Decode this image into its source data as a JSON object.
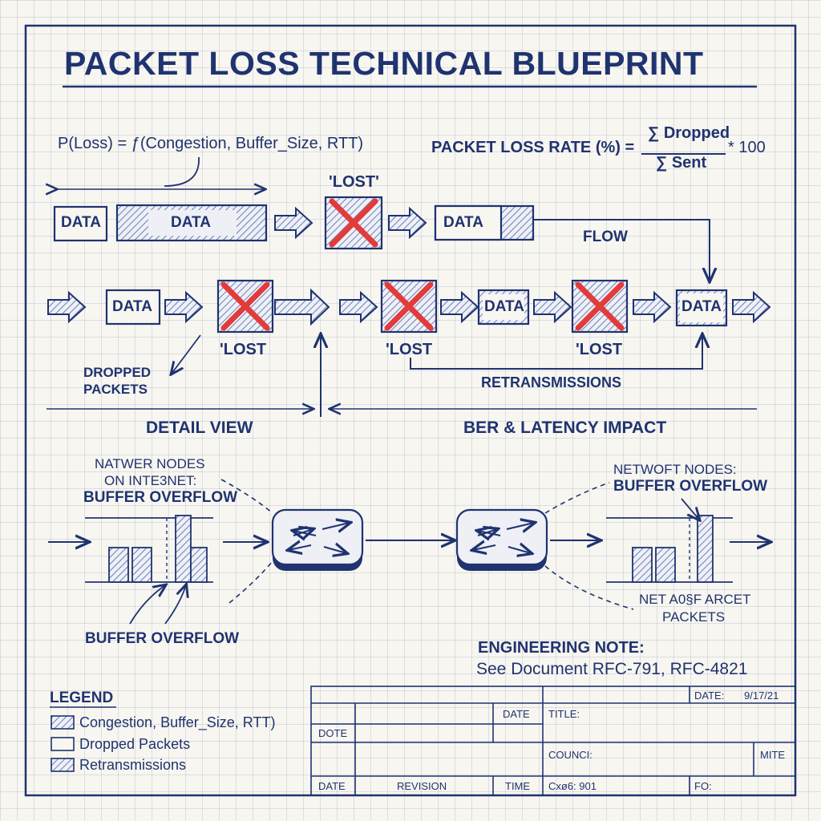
{
  "title": "PACKET LOSS TECHNICAL BLUEPRINT",
  "formula_left": "P(Loss) = ƒ(Congestion, Buffer_Size, RTT)",
  "formula_right": {
    "prefix": "PACKET LOSS RATE (%) =",
    "numerator": "∑ Dropped",
    "denominator": "∑ Sent",
    "suffix": "* 100"
  },
  "row1": {
    "data1": "DATA",
    "data2": "DATA",
    "lost": "'LOST'",
    "data3": "DATA",
    "flow": "FLOW"
  },
  "row2": {
    "data1": "DATA",
    "lost1": "'LOST",
    "lost2": "'LOST",
    "data2": "DATA",
    "lost3": "'LOST",
    "data3": "DATA",
    "dropped_line1": "DROPPED",
    "dropped_line2": "PACKETS",
    "retransmissions": "RETRANSMISSIONS"
  },
  "sections": {
    "detail_view": "DETAIL VIEW",
    "ber_latency": "BER & LATENCY IMPACT"
  },
  "left_nodes": {
    "line1": "NATWER NODES",
    "line2": "ON INTE3NET:",
    "line3": "BUFFER OVERFLOW",
    "bottom": "BUFFER OVERFLOW"
  },
  "right_nodes": {
    "line1": "NETWOFT NODES:",
    "line2": "BUFFER OVERFLOW",
    "bottom1": "NET A0§F ARCET",
    "bottom2": "PACKETS"
  },
  "engineering_note": {
    "heading": "ENGINEERING NOTE:",
    "text": "See Document RFC-791, RFC-4821"
  },
  "legend": {
    "heading": "LEGEND",
    "items": [
      "Congestion, Buffer_Size, RTT)",
      "Dropped Packets",
      "Retransmissions"
    ]
  },
  "title_block": {
    "date_top_label": "DATE:",
    "date_top_value": "9/17/21",
    "date_mid": "DATE",
    "title_label": "TITLE:",
    "dote": "DOTE",
    "council": "COUNCI:",
    "mite": "MITE",
    "date_bottom": "DATE",
    "revision": "REVISION",
    "time": "TIME",
    "code": "Cxø6: 901",
    "fo": "FO:"
  },
  "colors": {
    "ink": "#1f3370",
    "red_x": "#e23b3b",
    "paper": "#f8f6f0",
    "hatch": "#6a7fb8"
  }
}
